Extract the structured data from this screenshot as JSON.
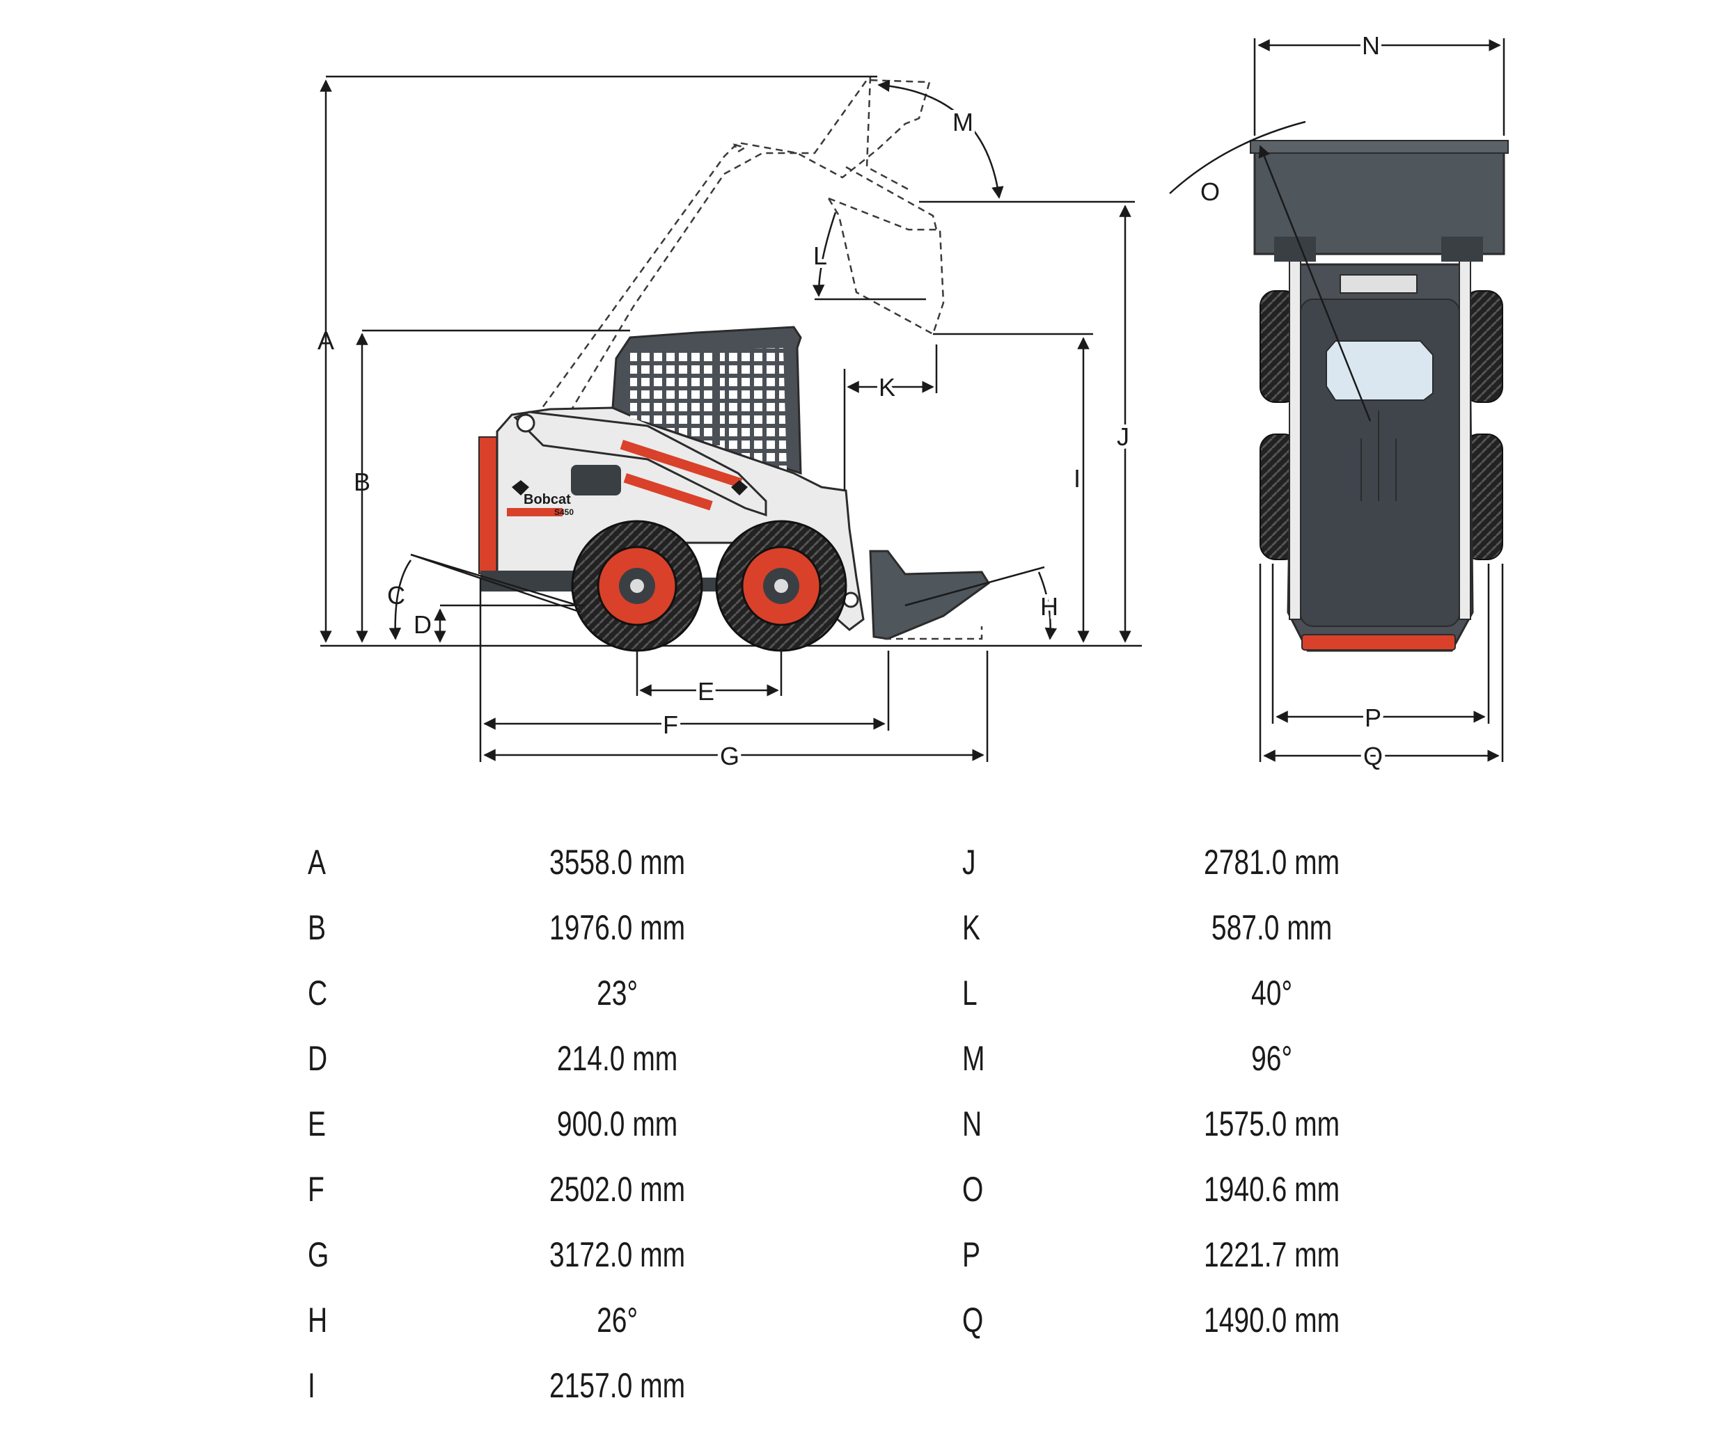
{
  "diagram": {
    "brand": "Bobcat",
    "model": "S450",
    "dimension_labels": [
      "A",
      "B",
      "C",
      "D",
      "E",
      "F",
      "G",
      "H",
      "I",
      "J",
      "K",
      "L",
      "M",
      "N",
      "O",
      "P",
      "Q"
    ],
    "colors": {
      "body": "#e8e8e8",
      "cab": "#4a5056",
      "accent": "#d9412a",
      "bucket": "#4f565c",
      "tire": "#222222"
    }
  },
  "specs": {
    "left": [
      {
        "key": "A",
        "value": "3558.0 mm"
      },
      {
        "key": "B",
        "value": "1976.0 mm"
      },
      {
        "key": "C",
        "value": "23°"
      },
      {
        "key": "D",
        "value": "214.0 mm"
      },
      {
        "key": "E",
        "value": "900.0 mm"
      },
      {
        "key": "F",
        "value": "2502.0 mm"
      },
      {
        "key": "G",
        "value": "3172.0 mm"
      },
      {
        "key": "H",
        "value": "26°"
      },
      {
        "key": "I",
        "value": "2157.0 mm"
      }
    ],
    "right": [
      {
        "key": "J",
        "value": "2781.0 mm"
      },
      {
        "key": "K",
        "value": "587.0 mm"
      },
      {
        "key": "L",
        "value": "40°"
      },
      {
        "key": "M",
        "value": "96°"
      },
      {
        "key": "N",
        "value": "1575.0 mm"
      },
      {
        "key": "O",
        "value": "1940.6 mm"
      },
      {
        "key": "P",
        "value": "1221.7 mm"
      },
      {
        "key": "Q",
        "value": "1490.0 mm"
      }
    ]
  }
}
